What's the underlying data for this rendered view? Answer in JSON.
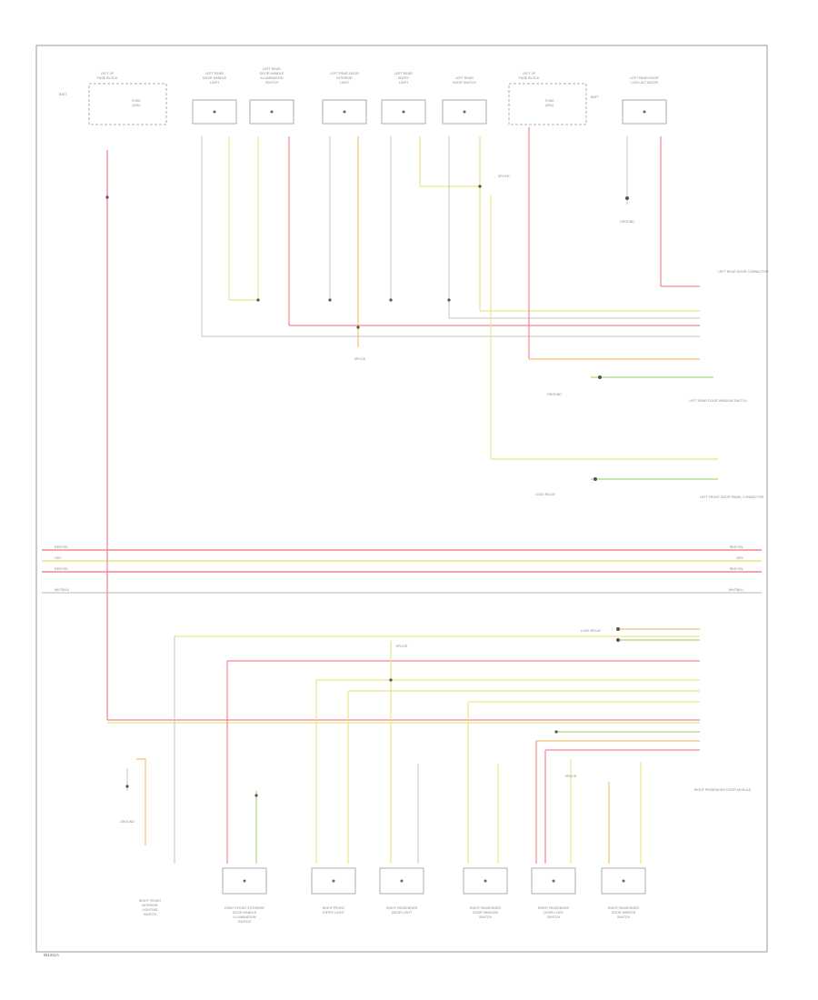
{
  "page_label": "W1411A",
  "top_components": [
    {
      "id": "fuse-left",
      "label": [
        "LEFT I/P",
        "FUSE BLOCK"
      ],
      "box_label": [
        "FUSE",
        "(30A)"
      ],
      "fuse_tag": "BATT"
    },
    {
      "id": "left-rear-door-handle-light",
      "label": [
        "LEFT REAR",
        "DOOR HANDLE",
        "LIGHT"
      ]
    },
    {
      "id": "left-rear-handle-switch",
      "label": [
        "LEFT REAR",
        "DOOR HANDLE",
        "ILLUMINATION",
        "SWITCH"
      ]
    },
    {
      "id": "left-rear-door-interior-light",
      "label": [
        "LEFT REAR DOOR",
        "INTERIOR",
        "LIGHT"
      ]
    },
    {
      "id": "left-rear-entry-light",
      "label": [
        "LEFT REAR",
        "ENTRY",
        "LIGHT"
      ]
    },
    {
      "id": "left-rear-door-switch",
      "label": [
        "LEFT REAR",
        "DOOR SWITCH"
      ]
    },
    {
      "id": "fuse-right",
      "label": [
        "LEFT I/P",
        "FUSE BLOCK"
      ],
      "box_label": [
        "FUSE",
        "(30A)"
      ],
      "fuse_tag": "BATT"
    },
    {
      "id": "left-rear-door-lock-actuator",
      "label": [
        "LEFT REAR DOOR",
        "LOCK ACTUATOR"
      ]
    }
  ],
  "bottom_components": [
    {
      "id": "right-front-lock",
      "label": [
        "RIGHT FRONT",
        "INTERIOR",
        "LIGHTING",
        "SWITCH"
      ]
    },
    {
      "id": "right-front-exterior",
      "label": [
        "RIGHT FRONT EXTERIOR",
        "DOOR HANDLE",
        "ILLUMINATION",
        "SWITCH"
      ]
    },
    {
      "id": "right-front-entry",
      "label": [
        "RIGHT FRONT",
        "ENTRY LIGHT"
      ]
    },
    {
      "id": "right-passenger-door-light",
      "label": [
        "RIGHT PASSENGER",
        "DOOR LIGHT"
      ]
    },
    {
      "id": "right-passenger-window-switch",
      "label": [
        "RIGHT PASSENGER",
        "DOOR WINDOW",
        "SWITCH"
      ]
    },
    {
      "id": "right-passenger-lock-switch",
      "label": [
        "RIGHT PASSENGER",
        "DOOR LOCK",
        "SWITCH"
      ]
    },
    {
      "id": "right-passenger-mirror-switch",
      "label": [
        "RIGHT PASSENGER",
        "DOOR MIRROR",
        "SWITCH"
      ]
    }
  ],
  "bus_labels": {
    "left": [
      "RED/YEL",
      "GRY",
      "RED/YEL",
      "WHT/BLU"
    ],
    "right": [
      "RED/YEL",
      "GRY",
      "RED/YEL",
      "WHT/BLU"
    ]
  },
  "annotations": {
    "splice_top": "SPLICE",
    "splice_mid": "SPLICE",
    "splice_bottom": "SPLICE",
    "splice_right": "SPLICE",
    "ground_top_right": "GROUND",
    "connector_top": "LEFT REAR DOOR CONNECTOR",
    "connector_mid": "LEFT REAR DOOR WINDOW SWITCH",
    "left_panel_connector": "LEFT FRONT DOOR PANEL CONNECTOR",
    "right_module": "RIGHT PASSENGER DOOR MODULE",
    "lock_relay": "LOCK RELAY",
    "ground_bottom_left": "GROUND"
  },
  "colors": {
    "red": "#f0898d",
    "yellow": "#ece28c",
    "orange": "#f4c177",
    "gray": "#bfbfbf",
    "green": "#a9d77f",
    "border": "#8a8a8a"
  }
}
